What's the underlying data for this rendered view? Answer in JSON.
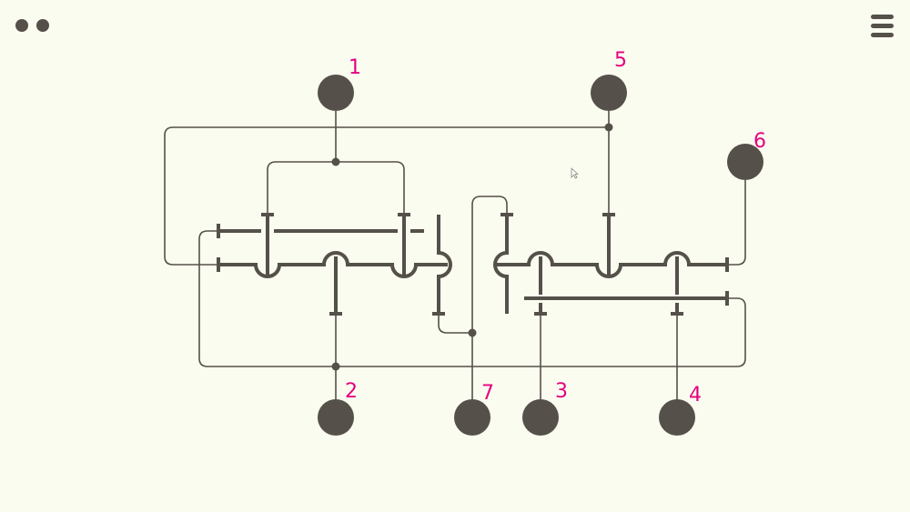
{
  "game": {
    "nodes": [
      {
        "id": "1",
        "label": "1"
      },
      {
        "id": "5",
        "label": "5"
      },
      {
        "id": "6",
        "label": "6"
      },
      {
        "id": "2",
        "label": "2"
      },
      {
        "id": "7",
        "label": "7"
      },
      {
        "id": "3",
        "label": "3"
      },
      {
        "id": "4",
        "label": "4"
      }
    ]
  },
  "colors": {
    "background": "#fafcf0",
    "wire": "#555049",
    "label": "#e6007e"
  },
  "icons": {
    "top_left": "two-dots-icon",
    "top_right": "hamburger-menu-icon"
  }
}
